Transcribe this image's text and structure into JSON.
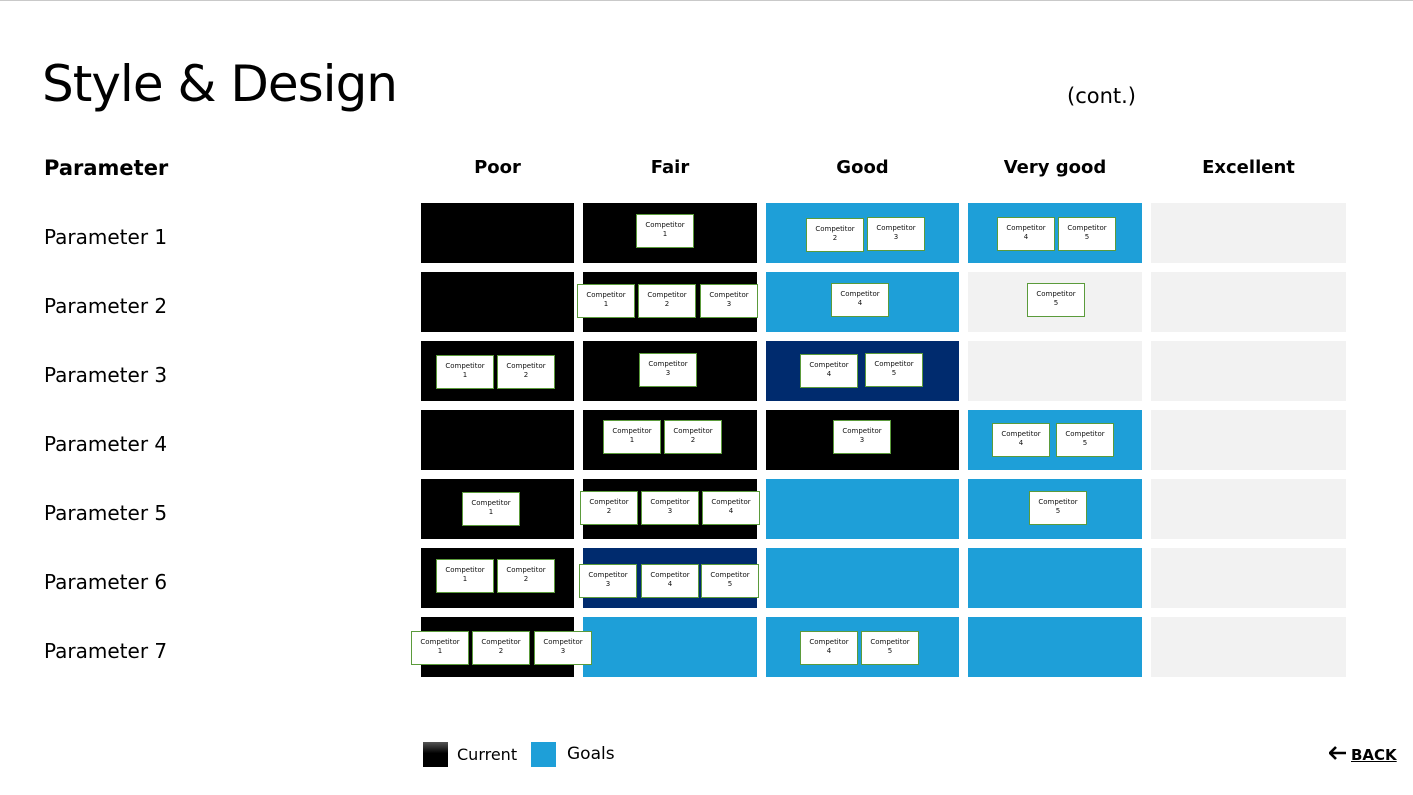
{
  "title": "Style & Design",
  "continuation": "(cont.)",
  "parameter_header": "Parameter",
  "columns": [
    "Poor",
    "Fair",
    "Good",
    "Very good",
    "Excellent"
  ],
  "colors": {
    "current": "#000000",
    "goal": "#1e9fd8",
    "dark_goal": "#002b6e",
    "empty": "#f2f2f2",
    "box_border": "#5b9b3b"
  },
  "rows": [
    {
      "label": "Parameter 1",
      "cells": [
        {
          "fill": "current",
          "competitors": []
        },
        {
          "fill": "current",
          "competitors": [
            {
              "label": "Competitor",
              "num": "1"
            }
          ]
        },
        {
          "fill": "goal",
          "competitors": [
            {
              "label": "Competitor",
              "num": "2"
            },
            {
              "label": "Competitor",
              "num": "3"
            }
          ]
        },
        {
          "fill": "goal",
          "competitors": [
            {
              "label": "Competitor",
              "num": "4"
            },
            {
              "label": "Competitor",
              "num": "5"
            }
          ]
        },
        {
          "fill": "empty",
          "competitors": []
        }
      ]
    },
    {
      "label": "Parameter 2",
      "cells": [
        {
          "fill": "current",
          "competitors": []
        },
        {
          "fill": "current",
          "competitors": [
            {
              "label": "Competitor",
              "num": "1"
            },
            {
              "label": "Competitor",
              "num": "2"
            },
            {
              "label": "Competitor",
              "num": "3"
            }
          ]
        },
        {
          "fill": "goal",
          "competitors": [
            {
              "label": "Competitor",
              "num": "4"
            }
          ]
        },
        {
          "fill": "empty",
          "competitors": [
            {
              "label": "Competitor",
              "num": "5"
            }
          ]
        },
        {
          "fill": "empty",
          "competitors": []
        }
      ]
    },
    {
      "label": "Parameter 3",
      "cells": [
        {
          "fill": "current",
          "competitors": [
            {
              "label": "Competitor",
              "num": "1"
            },
            {
              "label": "Competitor",
              "num": "2"
            }
          ]
        },
        {
          "fill": "current",
          "competitors": [
            {
              "label": "Competitor",
              "num": "3"
            }
          ]
        },
        {
          "fill": "dark_goal",
          "competitors": [
            {
              "label": "Competitor",
              "num": "4"
            },
            {
              "label": "Competitor",
              "num": "5"
            }
          ]
        },
        {
          "fill": "empty",
          "competitors": []
        },
        {
          "fill": "empty",
          "competitors": []
        }
      ]
    },
    {
      "label": "Parameter 4",
      "cells": [
        {
          "fill": "current",
          "competitors": []
        },
        {
          "fill": "current",
          "competitors": [
            {
              "label": "Competitor",
              "num": "1"
            },
            {
              "label": "Competitor",
              "num": "2"
            }
          ]
        },
        {
          "fill": "current",
          "competitors": [
            {
              "label": "Competitor",
              "num": "3"
            }
          ]
        },
        {
          "fill": "goal",
          "competitors": [
            {
              "label": "Competitor",
              "num": "4"
            },
            {
              "label": "Competitor",
              "num": "5"
            }
          ]
        },
        {
          "fill": "empty",
          "competitors": []
        }
      ]
    },
    {
      "label": "Parameter 5",
      "cells": [
        {
          "fill": "current",
          "competitors": [
            {
              "label": "Competitor",
              "num": "1"
            }
          ]
        },
        {
          "fill": "current",
          "competitors": [
            {
              "label": "Competitor",
              "num": "2"
            },
            {
              "label": "Competitor",
              "num": "3"
            },
            {
              "label": "Competitor",
              "num": "4"
            }
          ]
        },
        {
          "fill": "goal",
          "competitors": []
        },
        {
          "fill": "goal",
          "competitors": [
            {
              "label": "Competitor",
              "num": "5"
            }
          ]
        },
        {
          "fill": "empty",
          "competitors": []
        }
      ]
    },
    {
      "label": "Parameter 6",
      "cells": [
        {
          "fill": "current",
          "competitors": [
            {
              "label": "Competitor",
              "num": "1"
            },
            {
              "label": "Competitor",
              "num": "2"
            }
          ]
        },
        {
          "fill": "dark_goal",
          "competitors": [
            {
              "label": "Competitor",
              "num": "3"
            },
            {
              "label": "Competitor",
              "num": "4"
            },
            {
              "label": "Competitor",
              "num": "5"
            }
          ]
        },
        {
          "fill": "goal",
          "competitors": []
        },
        {
          "fill": "goal",
          "competitors": []
        },
        {
          "fill": "empty",
          "competitors": []
        }
      ]
    },
    {
      "label": "Parameter 7",
      "cells": [
        {
          "fill": "current",
          "competitors": [
            {
              "label": "Competitor",
              "num": "1"
            },
            {
              "label": "Competitor",
              "num": "2"
            },
            {
              "label": "Competitor",
              "num": "3"
            }
          ]
        },
        {
          "fill": "goal",
          "competitors": []
        },
        {
          "fill": "goal",
          "competitors": [
            {
              "label": "Competitor",
              "num": "4"
            },
            {
              "label": "Competitor",
              "num": "5"
            }
          ]
        },
        {
          "fill": "goal",
          "competitors": []
        },
        {
          "fill": "empty",
          "competitors": []
        }
      ]
    }
  ],
  "legend": {
    "current_label": "Current",
    "goals_label": "Goals"
  },
  "back_label": "BACK"
}
